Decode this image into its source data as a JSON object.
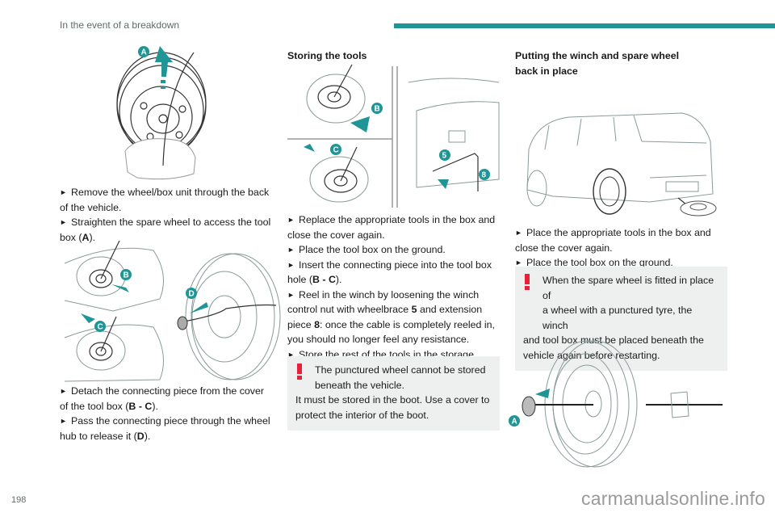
{
  "header": {
    "section_title": "In the event of a breakdown",
    "accent_color": "#1f9595"
  },
  "left_column": {
    "figure1": {
      "callouts": [
        "A"
      ],
      "icon": "spare-wheel-toolbox-illustration"
    },
    "steps1": [
      [
        "Remove the wheel/box unit through the back of the vehicle."
      ],
      [
        "Straighten the spare wheel to access the tool box (",
        "A",
        ")."
      ]
    ],
    "figure2": {
      "callouts": [
        "B",
        "C",
        "D"
      ],
      "icon": "connecting-piece-illustration"
    },
    "steps2": [
      [
        "Detach the connecting piece from the cover of the tool box (",
        "B - C",
        ")."
      ],
      [
        "Pass the connecting piece through the wheel hub to release it (",
        "D",
        ")."
      ]
    ]
  },
  "middle_column": {
    "heading": "Storing the tools",
    "figure": {
      "callouts": [
        "B",
        "C",
        "5",
        "8"
      ],
      "icon": "storing-tools-illustration"
    },
    "steps": [
      {
        "parts": [
          "Replace the appropriate tools in the box and close the cover again."
        ]
      },
      {
        "parts": [
          "Place the tool box on the ground."
        ]
      },
      {
        "parts": [
          "Insert the connecting piece into the tool box hole (",
          "B - C",
          ")."
        ]
      },
      {
        "parts": [
          "Reel in the winch by loosening the winch control nut with wheelbrace ",
          "5",
          " and extension piece ",
          "8",
          ": once the cable is completely reeled in, you should no longer feel any resistance."
        ]
      },
      {
        "parts": [
          "Store the rest of the tools in the storage areas in the boot sill trim."
        ]
      }
    ],
    "warning": {
      "line1": "The punctured wheel cannot be stored",
      "line2": "beneath the vehicle.",
      "rest": "It must be stored in the boot. Use a cover to protect the interior of the boot."
    }
  },
  "right_column": {
    "heading_line1": "Putting the winch and spare wheel",
    "heading_line2": "back in place",
    "figure1": {
      "icon": "suv-rear-with-spare-wheel-illustration"
    },
    "steps": [
      "Place the appropriate tools in the box and close the cover again.",
      "Place the tool box on the ground."
    ],
    "warning": {
      "line1": "When the spare wheel is fitted in place of",
      "line2": "a wheel with a punctured tyre, the winch",
      "rest": "and tool box must be placed beneath the vehicle again before restarting."
    },
    "figure2": {
      "callouts": [
        "A"
      ],
      "icon": "winch-wheel-illustration"
    }
  },
  "footer": {
    "page_number": "198",
    "watermark": "carmanualsonline.info"
  },
  "glyphs": {
    "bullet": "►",
    "warning": "!"
  },
  "colors": {
    "warning": "#e8203a",
    "note_bg": "#eef0f0",
    "accent": "#1f9595"
  }
}
